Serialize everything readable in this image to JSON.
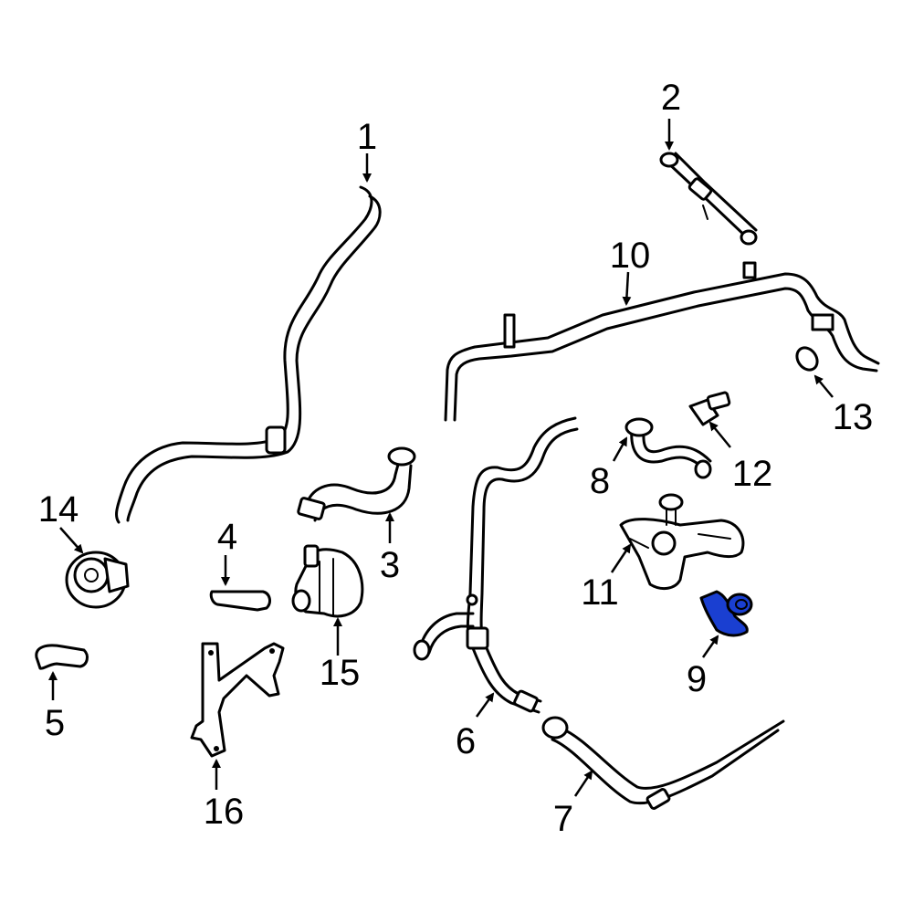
{
  "diagram": {
    "highlight_color": "#1a3fd1",
    "callouts": [
      {
        "id": "1",
        "label": "1"
      },
      {
        "id": "2",
        "label": "2"
      },
      {
        "id": "3",
        "label": "3"
      },
      {
        "id": "4",
        "label": "4"
      },
      {
        "id": "5",
        "label": "5"
      },
      {
        "id": "6",
        "label": "6"
      },
      {
        "id": "7",
        "label": "7"
      },
      {
        "id": "8",
        "label": "8"
      },
      {
        "id": "9",
        "label": "9"
      },
      {
        "id": "10",
        "label": "10"
      },
      {
        "id": "11",
        "label": "11"
      },
      {
        "id": "12",
        "label": "12"
      },
      {
        "id": "13",
        "label": "13"
      },
      {
        "id": "14",
        "label": "14"
      },
      {
        "id": "15",
        "label": "15"
      },
      {
        "id": "16",
        "label": "16"
      }
    ],
    "highlighted_part": "9"
  }
}
